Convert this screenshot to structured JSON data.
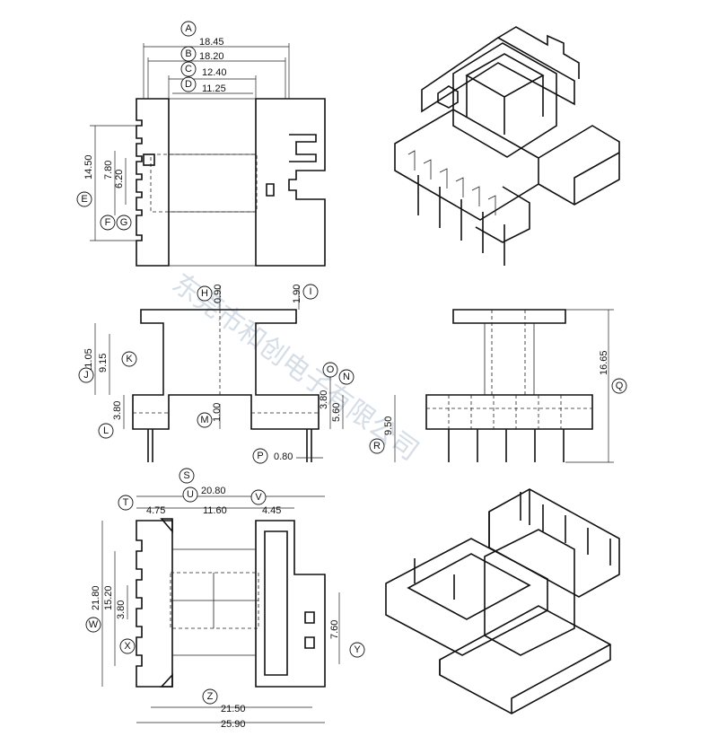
{
  "dimensions": [
    {
      "id": "A",
      "value": "18.45"
    },
    {
      "id": "B",
      "value": "18.20"
    },
    {
      "id": "C",
      "value": "12.40"
    },
    {
      "id": "D",
      "value": "11.25"
    },
    {
      "id": "E",
      "value": "14.50"
    },
    {
      "id": "F",
      "value": "7.80"
    },
    {
      "id": "G",
      "value": "6.20"
    },
    {
      "id": "H",
      "value": "0.90"
    },
    {
      "id": "I",
      "value": "1.90"
    },
    {
      "id": "J",
      "value": "11.05"
    },
    {
      "id": "K",
      "value": "9.15"
    },
    {
      "id": "L",
      "value": "3.80"
    },
    {
      "id": "M",
      "value": "1.00"
    },
    {
      "id": "N",
      "value": "5.60"
    },
    {
      "id": "O",
      "value": "3.80"
    },
    {
      "id": "P",
      "value": "0.80"
    },
    {
      "id": "Q",
      "value": "16.65"
    },
    {
      "id": "R",
      "value": "9.50"
    },
    {
      "id": "S",
      "value": "20.80"
    },
    {
      "id": "T",
      "value": "4.75"
    },
    {
      "id": "U",
      "value": "11.60"
    },
    {
      "id": "V",
      "value": "4.45"
    },
    {
      "id": "W",
      "value": "21.80"
    },
    {
      "id": "W2",
      "value": "15.20"
    },
    {
      "id": "X",
      "value": "3.80"
    },
    {
      "id": "Y",
      "value": "7.60"
    },
    {
      "id": "Z",
      "value": "21.50"
    },
    {
      "id": "Z2",
      "value": "25.90"
    }
  ],
  "watermark": "东莞市和创电子有限公司"
}
